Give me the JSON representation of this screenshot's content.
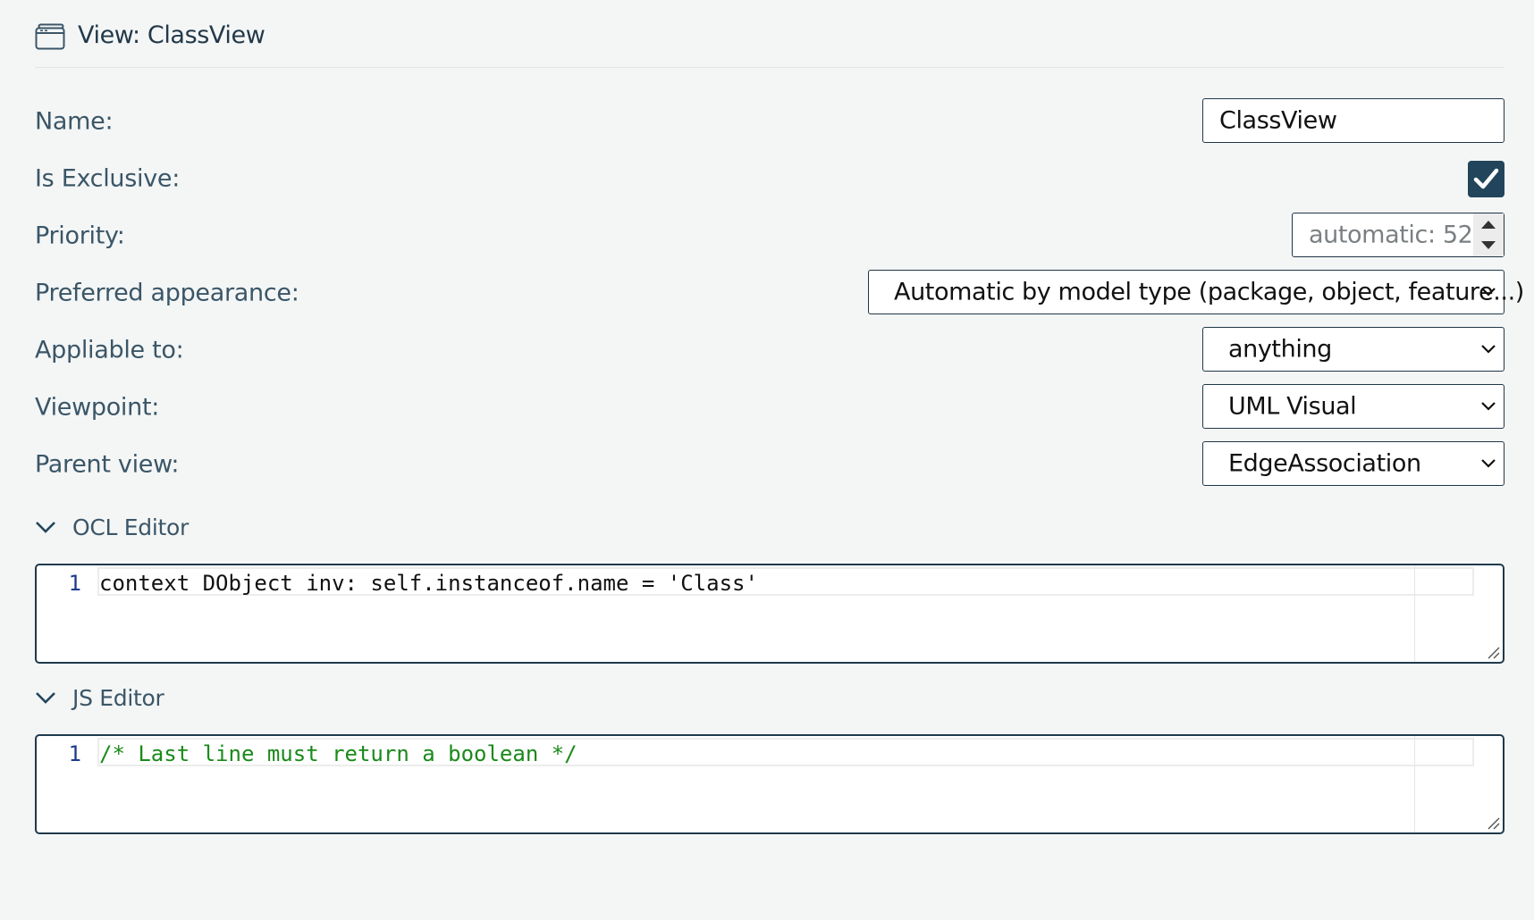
{
  "header": {
    "icon": "window-icon",
    "title": "View: ClassView"
  },
  "form": {
    "name_label": "Name:",
    "name_value": "ClassView",
    "exclusive_label": "Is Exclusive:",
    "exclusive_checked": true,
    "priority_label": "Priority:",
    "priority_placeholder": "automatic: 52",
    "appearance_label": "Preferred appearance:",
    "appearance_value": "Automatic by model type (package, object, feature...)",
    "appliable_label": "Appliable to:",
    "appliable_value": "anything",
    "viewpoint_label": "Viewpoint:",
    "viewpoint_value": "UML Visual",
    "parent_label": "Parent view:",
    "parent_value": "EdgeAssociation"
  },
  "ocl_editor": {
    "title": "OCL Editor",
    "line_number": "1",
    "code": "context DObject inv: self.instanceof.name = 'Class'"
  },
  "js_editor": {
    "title": "JS Editor",
    "line_number": "1",
    "code": "/* Last line must return a boolean */"
  },
  "colors": {
    "accent": "#22455b",
    "comment": "#1a8a1a",
    "line_number": "#1c3c8c"
  }
}
